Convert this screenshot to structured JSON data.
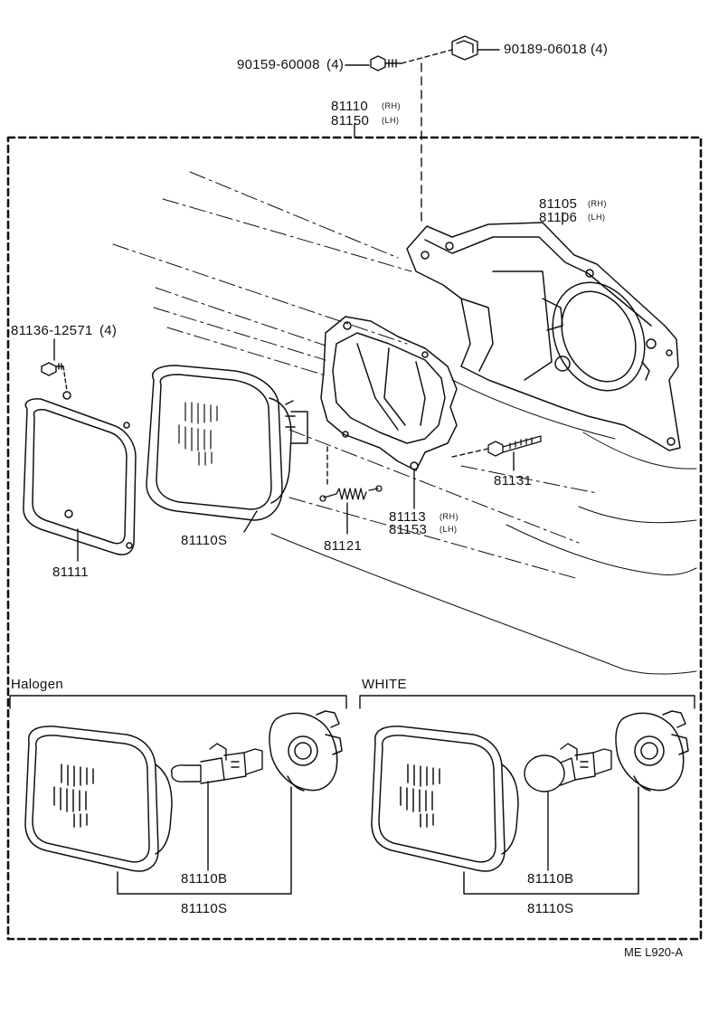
{
  "diagram": {
    "code": "ME  L920-A",
    "parts": {
      "bolt": {
        "number": "90159-60008",
        "qty": "(4)"
      },
      "nut_clip": {
        "number": "90189-06018",
        "qty": "(4)"
      },
      "headlamp_assy_rh": {
        "number": "81110",
        "side": "(RH)"
      },
      "headlamp_assy_lh": {
        "number": "81150",
        "side": "(LH)"
      },
      "bracket_rh": {
        "number": "81105",
        "side": "(RH)"
      },
      "bracket_lh": {
        "number": "81106",
        "side": "(LH)"
      },
      "screw": {
        "number": "81136-12571",
        "qty": "(4)"
      },
      "adjust_screw": {
        "number": "81131"
      },
      "housing_rh": {
        "number": "81113",
        "side": "(RH)"
      },
      "housing_lh": {
        "number": "81153",
        "side": "(LH)"
      },
      "spring": {
        "number": "81121"
      },
      "rim": {
        "number": "81111"
      },
      "unit": {
        "number": "81110S"
      }
    },
    "variants": [
      {
        "name": "Halogen",
        "bulb": "81110B",
        "unit": "81110S"
      },
      {
        "name": "WHITE",
        "bulb": "81110B",
        "unit": "81110S"
      }
    ]
  }
}
